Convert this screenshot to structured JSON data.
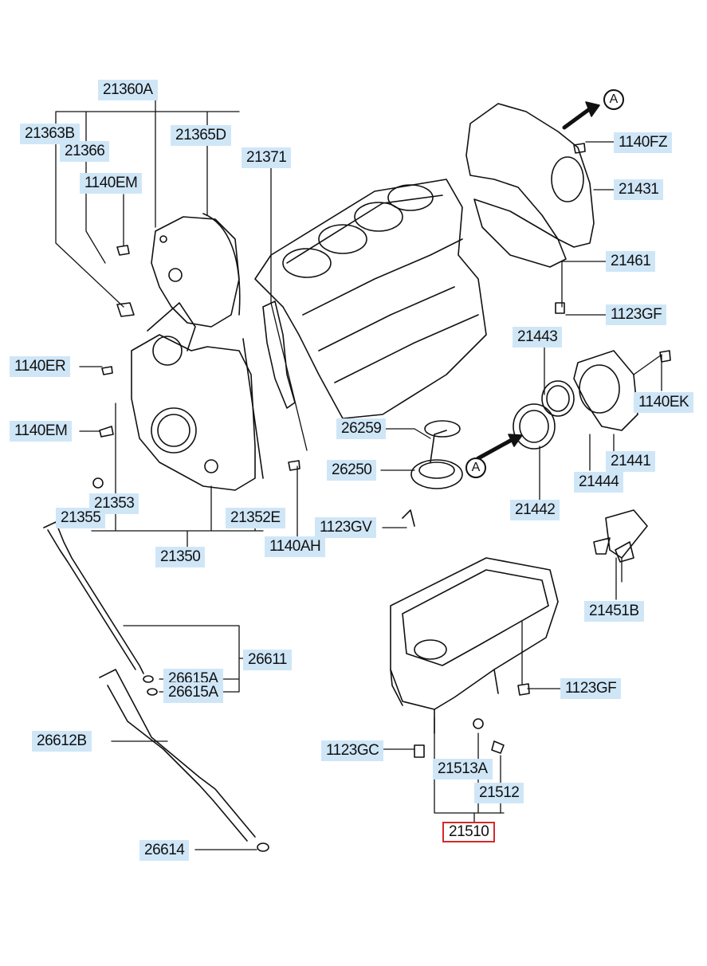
{
  "labels": {
    "p21360A": "21360A",
    "p21363B": "21363B",
    "p21366": "21366",
    "p21365D": "21365D",
    "p21371": "21371",
    "p1140EM_top": "1140EM",
    "p1140ER": "1140ER",
    "p1140EM_left": "1140EM",
    "p21353": "21353",
    "p21355": "21355",
    "p21352E": "21352E",
    "p21350": "21350",
    "p1140AH": "1140AH",
    "p26259": "26259",
    "p26250": "26250",
    "p1123GV": "1123GV",
    "p1140FZ": "1140FZ",
    "p21431": "21431",
    "p21461": "21461",
    "p1123GF_top": "1123GF",
    "p21443": "21443",
    "p1140EK": "1140EK",
    "p21441": "21441",
    "p21444": "21444",
    "p21442": "21442",
    "p21451B": "21451B",
    "p26611": "26611",
    "p26615A_1": "26615A",
    "p26615A_2": "26615A",
    "p26612B": "26612B",
    "p26614": "26614",
    "p1123GF_bottom": "1123GF",
    "p1123GC": "1123GC",
    "p21513A": "21513A",
    "p21512": "21512",
    "p21510": "21510"
  },
  "markers": {
    "a_top": "A",
    "a_mid": "A"
  },
  "selected_part": "21510",
  "colors": {
    "label_bg": "#cfe6f7",
    "highlight_border": "#d42a2a",
    "line": "#111111"
  }
}
